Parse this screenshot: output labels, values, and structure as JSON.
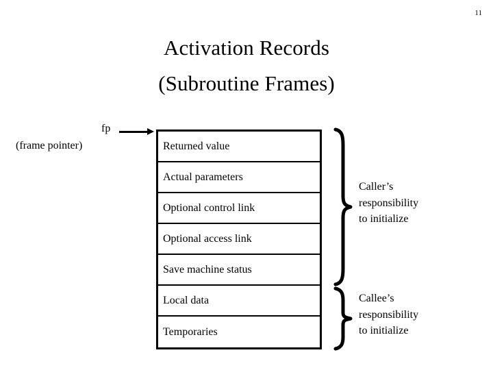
{
  "slide": {
    "page_number": "11",
    "background_color": "#ffffff",
    "text_color": "#000000",
    "title": {
      "line1": "Activation Records",
      "line2": "(Subroutine Frames)"
    },
    "pointer": {
      "label": "fp",
      "caption": "(frame pointer)",
      "arrow_icon": "arrow-right-icon"
    },
    "frame_stack": {
      "rows": [
        {
          "label": "Returned value"
        },
        {
          "label": "Actual parameters"
        },
        {
          "label": "Optional control link"
        },
        {
          "label": "Optional access link"
        },
        {
          "label": "Save machine status"
        },
        {
          "label": "Local data"
        },
        {
          "label": "Temporaries"
        }
      ]
    },
    "annotations": [
      {
        "id": "caller",
        "brace_icon": "right-curly-brace-icon",
        "lines": [
          "Caller’s",
          "responsibility",
          "to initialize"
        ],
        "spans_rows": [
          1,
          5
        ]
      },
      {
        "id": "callee",
        "brace_icon": "right-curly-brace-icon",
        "lines": [
          "Callee’s",
          "responsibility",
          "to initialize"
        ],
        "spans_rows": [
          6,
          7
        ]
      }
    ]
  }
}
